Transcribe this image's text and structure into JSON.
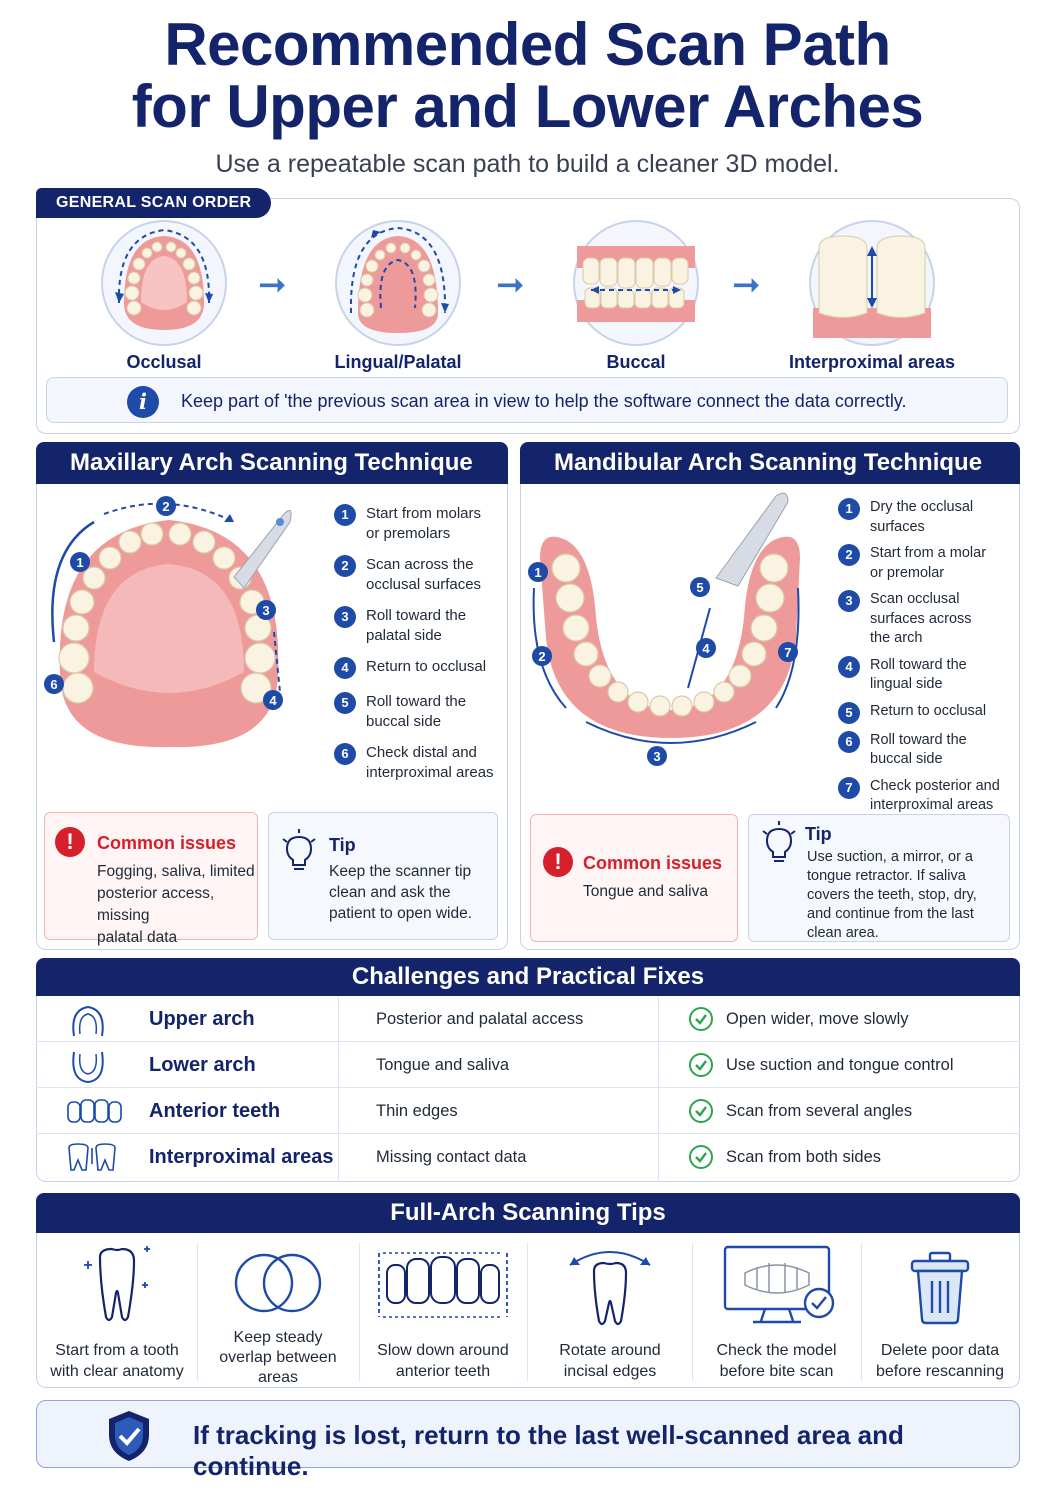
{
  "header": {
    "title_line1": "Recommended Scan Path",
    "title_line2": "for Upper and Lower Arches",
    "subtitle": "Use a repeatable scan path to build a cleaner 3D model."
  },
  "general": {
    "tag": "GENERAL SCAN ORDER",
    "steps": [
      "Occlusal",
      "Lingual/Palatal",
      "Buccal",
      "Interproximal areas"
    ],
    "info": "Keep part of  'the previous scan area in view to help the software connect the  data correctly."
  },
  "maxillary": {
    "title": "Maxillary Arch Scanning Technique",
    "steps": [
      {
        "n": "1",
        "l1": "Start from molars",
        "l2": "or premolars"
      },
      {
        "n": "2",
        "l1": "Scan across the",
        "l2": "occlusal surfaces"
      },
      {
        "n": "3",
        "l1": "Roll toward the",
        "l2": "palatal side"
      },
      {
        "n": "4",
        "l1": "Return to occlusal",
        "l2": ""
      },
      {
        "n": "5",
        "l1": "Roll toward the",
        "l2": "buccal side"
      },
      {
        "n": "6",
        "l1": "Check distal and",
        "l2": "interproximal areas"
      }
    ],
    "issues_title": "Common issues",
    "issues_l1": "Fogging, saliva, limited",
    "issues_l2": "posterior access, missing",
    "issues_l3": "palatal data",
    "tip_title": "Tip",
    "tip_l1": "Keep the scanner tip",
    "tip_l2": "clean and ask the",
    "tip_l3": "patient to open wide."
  },
  "mandibular": {
    "title": "Mandibular Arch Scanning Technique",
    "steps": [
      {
        "n": "1",
        "l1": "Dry the occlusal",
        "l2": "surfaces",
        "l3": ""
      },
      {
        "n": "2",
        "l1": "Start from a molar",
        "l2": "or premolar",
        "l3": ""
      },
      {
        "n": "3",
        "l1": "Scan occlusal",
        "l2": "surfaces across",
        "l3": "the arch"
      },
      {
        "n": "4",
        "l1": "Roll toward the",
        "l2": "lingual side",
        "l3": ""
      },
      {
        "n": "5",
        "l1": "Return to occlusal",
        "l2": "",
        "l3": ""
      },
      {
        "n": "6",
        "l1": "Roll toward the",
        "l2": "buccal side",
        "l3": ""
      },
      {
        "n": "7",
        "l1": "Check posterior and",
        "l2": "interproximal areas",
        "l3": ""
      }
    ],
    "issues_title": "Common issues",
    "issues_text": "Tongue and saliva",
    "tip_title": "Tip",
    "tip_l1": "Use suction, a mirror, or a",
    "tip_l2": "tongue retractor. If saliva",
    "tip_l3": "covers the teeth, stop, dry,",
    "tip_l4": "and continue from the last",
    "tip_l5": "clean area."
  },
  "challenges": {
    "title": "Challenges and Practical Fixes",
    "rows": [
      {
        "name": "Upper arch",
        "issue": "Posterior and palatal access",
        "fix": "Open wider, move slowly"
      },
      {
        "name": "Lower arch",
        "issue": "Tongue and saliva",
        "fix": "Use suction and tongue control"
      },
      {
        "name": "Anterior teeth",
        "issue": "Thin edges",
        "fix": "Scan from several angles"
      },
      {
        "name": "Interproximal areas",
        "issue": "Missing contact data",
        "fix": "Scan from both sides"
      }
    ]
  },
  "tips": {
    "title": "Full-Arch Scanning Tips",
    "items": [
      {
        "l1": "Start from a tooth",
        "l2": "with clear anatomy",
        "l3": ""
      },
      {
        "l1": "Keep  steady",
        "l2": "overlap between",
        "l3": "areas"
      },
      {
        "l1": "Slow down around",
        "l2": "anterior teeth",
        "l3": ""
      },
      {
        "l1": "Rotate around",
        "l2": "incisal edges",
        "l3": ""
      },
      {
        "l1": "Check the model",
        "l2": "before bite scan",
        "l3": ""
      },
      {
        "l1": "Delete poor data",
        "l2": "before rescanning",
        "l3": ""
      }
    ]
  },
  "footer": {
    "text": "If tracking is lost, return to the last well-scanned area and continue."
  },
  "colors": {
    "navy": "#13246b",
    "accent_blue": "#1e4aa8",
    "issue_red": "#d51f2a",
    "check_green": "#2ea44f",
    "gum_pink": "#ef9a9a",
    "tooth": "#fbf3e2"
  }
}
